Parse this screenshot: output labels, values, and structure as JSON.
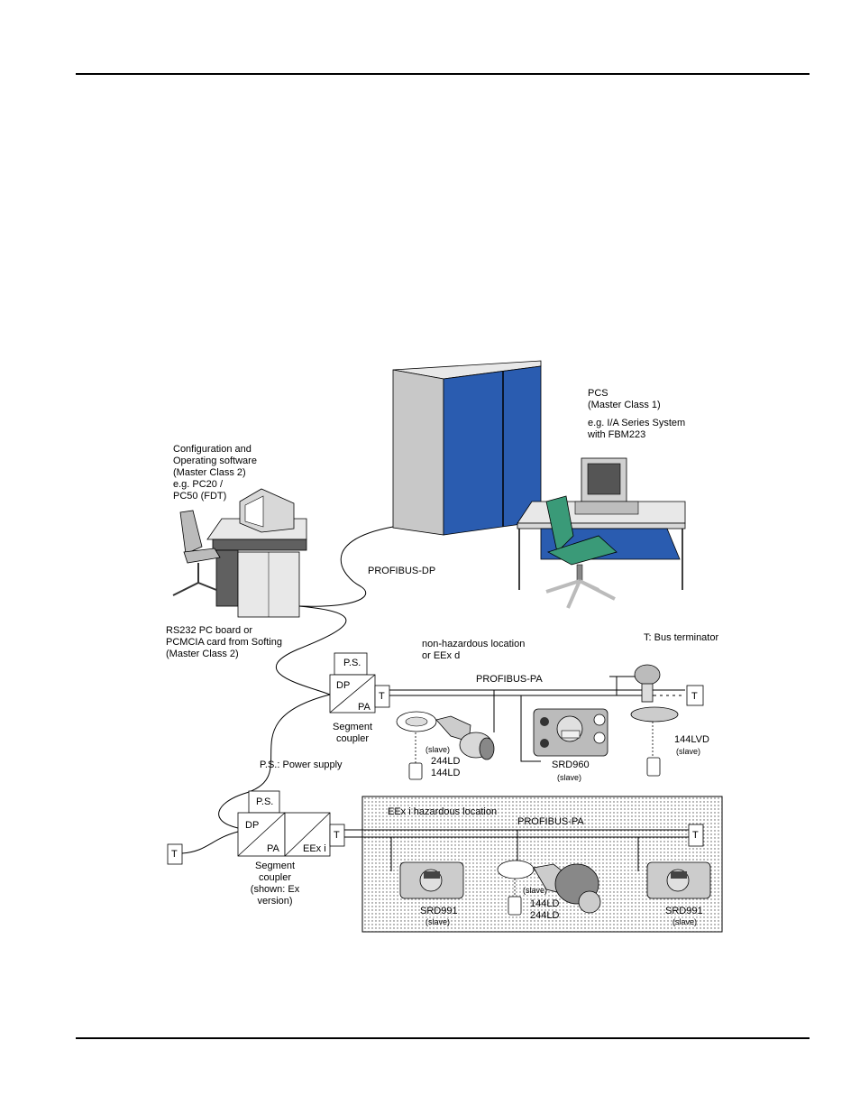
{
  "labels": {
    "config_software": "Configuration and\nOperating software\n(Master Class 2)\ne.g. PC20 /\nPC50 (FDT)",
    "pcs_title": "PCS\n(Master Class 1)",
    "pcs_example": "e.g. I/A Series System\nwith FBM223",
    "profibus_dp": "PROFIBUS-DP",
    "rs232": "RS232 PC board or\nPCMCIA card from Softing\n(Master Class 2)",
    "non_hazardous": "non-hazardous location\nor EEx d",
    "bus_terminator": "T: Bus terminator",
    "profibus_pa": "PROFIBUS-PA",
    "ps": "P.S.",
    "dp": "DP",
    "pa": "PA",
    "t": "T",
    "eexi": "EEx i",
    "segment_coupler": "Segment\ncoupler",
    "segment_coupler_ex": "Segment\ncoupler\n(shown: Ex\nversion)",
    "power_supply": "P.S.: Power supply",
    "hazardous": "EEx i  hazardous location",
    "slave": "(slave)",
    "ld_244_144": "244LD\n144LD",
    "ld_144_244": "144LD\n244LD",
    "srd960": "SRD960",
    "lvd144": "144LVD",
    "srd991": "SRD991"
  },
  "colors": {
    "cabinet_blue": "#2a5cb0",
    "chair_green": "#3a9a78",
    "gray": "#c8c8c8",
    "dark_gray": "#707070"
  }
}
